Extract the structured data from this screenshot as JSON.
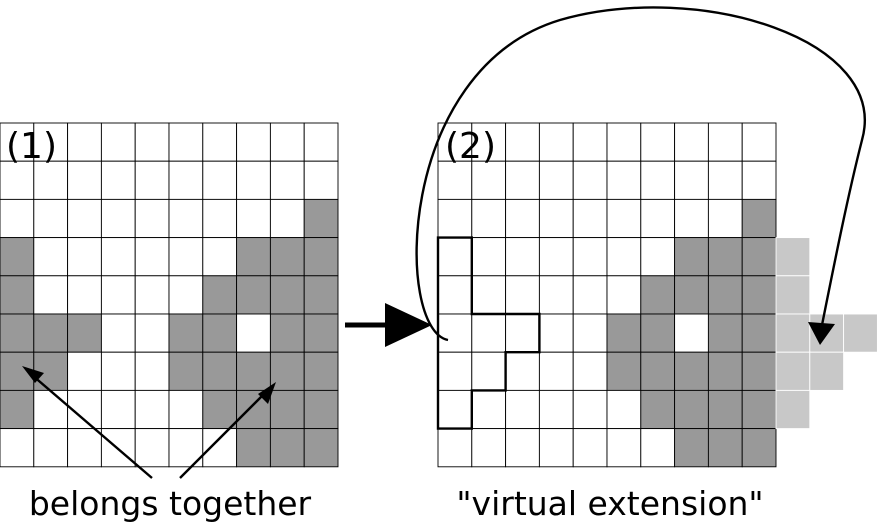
{
  "panel1": {
    "number_label": "(1)",
    "rows": 9,
    "cols": 10,
    "filled_cells": [
      [
        2,
        9
      ],
      [
        3,
        0
      ],
      [
        3,
        7
      ],
      [
        3,
        8
      ],
      [
        3,
        9
      ],
      [
        4,
        0
      ],
      [
        4,
        6
      ],
      [
        4,
        7
      ],
      [
        4,
        8
      ],
      [
        4,
        9
      ],
      [
        5,
        0
      ],
      [
        5,
        1
      ],
      [
        5,
        2
      ],
      [
        5,
        5
      ],
      [
        5,
        6
      ],
      [
        5,
        8
      ],
      [
        5,
        9
      ],
      [
        6,
        0
      ],
      [
        6,
        1
      ],
      [
        6,
        5
      ],
      [
        6,
        6
      ],
      [
        6,
        7
      ],
      [
        6,
        8
      ],
      [
        6,
        9
      ],
      [
        7,
        0
      ],
      [
        7,
        6
      ],
      [
        7,
        7
      ],
      [
        7,
        8
      ],
      [
        7,
        9
      ],
      [
        8,
        7
      ],
      [
        8,
        8
      ],
      [
        8,
        9
      ]
    ],
    "caption": "belongs together"
  },
  "panel2": {
    "number_label": "(2)",
    "rows": 9,
    "cols": 10,
    "filled_cells": [
      [
        2,
        9
      ],
      [
        3,
        7
      ],
      [
        3,
        8
      ],
      [
        3,
        9
      ],
      [
        4,
        6
      ],
      [
        4,
        7
      ],
      [
        4,
        8
      ],
      [
        4,
        9
      ],
      [
        5,
        5
      ],
      [
        5,
        6
      ],
      [
        5,
        8
      ],
      [
        5,
        9
      ],
      [
        6,
        5
      ],
      [
        6,
        6
      ],
      [
        6,
        7
      ],
      [
        6,
        8
      ],
      [
        6,
        9
      ],
      [
        7,
        6
      ],
      [
        7,
        7
      ],
      [
        7,
        8
      ],
      [
        7,
        9
      ],
      [
        8,
        7
      ],
      [
        8,
        8
      ],
      [
        8,
        9
      ]
    ],
    "virtual_cells": [
      [
        3,
        10
      ],
      [
        4,
        10
      ],
      [
        5,
        10
      ],
      [
        5,
        11
      ],
      [
        5,
        12
      ],
      [
        6,
        10
      ],
      [
        6,
        11
      ],
      [
        7,
        10
      ]
    ],
    "outlined_cells": [
      [
        3,
        0
      ],
      [
        4,
        0
      ],
      [
        5,
        0
      ],
      [
        5,
        1
      ],
      [
        5,
        2
      ],
      [
        6,
        0
      ],
      [
        6,
        1
      ],
      [
        7,
        0
      ]
    ],
    "caption": "\"virtual extension\""
  },
  "colors": {
    "background": "#ffffff",
    "grid_line": "#000000",
    "filled": "#999999",
    "virtual": "#c8c8c8",
    "arrow": "#000000"
  }
}
